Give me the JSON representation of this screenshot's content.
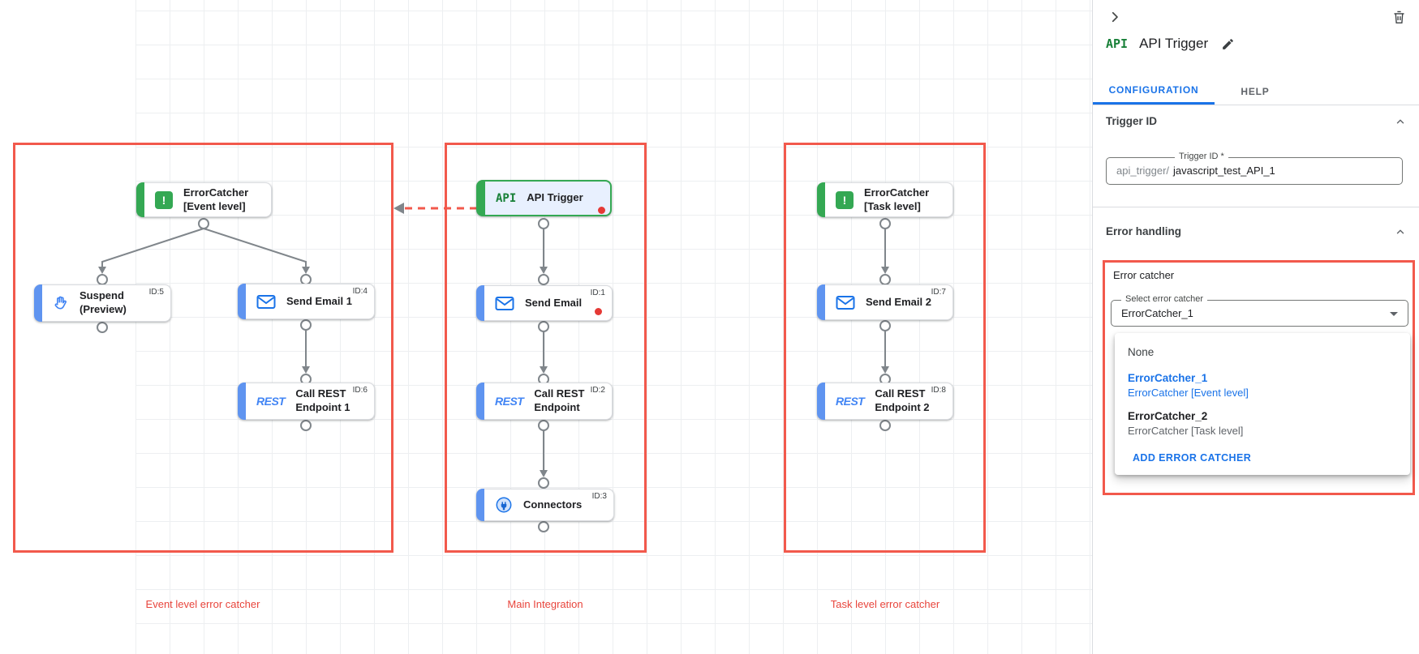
{
  "panel": {
    "badge": "API",
    "title": "API Trigger",
    "tabs": {
      "configuration": "CONFIGURATION",
      "help": "HELP"
    },
    "trigger_id": {
      "heading": "Trigger ID",
      "field_label": "Trigger ID *",
      "field_prefix": "api_trigger/",
      "field_value": "javascript_test_API_1"
    },
    "error_handling": {
      "heading": "Error handling",
      "group_label": "Error catcher",
      "select_label": "Select error catcher",
      "select_value": "ErrorCatcher_1",
      "menu": {
        "none": "None",
        "option1": {
          "name": "ErrorCatcher_1",
          "desc": "ErrorCatcher [Event level]"
        },
        "option2": {
          "name": "ErrorCatcher_2",
          "desc": "ErrorCatcher [Task level]"
        },
        "add": "ADD ERROR CATCHER"
      }
    }
  },
  "badges": {
    "api": "API",
    "rest": "REST",
    "error": "!"
  },
  "canvas": {
    "captions": {
      "event": "Event level error catcher",
      "main": "Main Integration",
      "task": "Task level error catcher"
    },
    "nodes": {
      "ec_event": {
        "label": "ErrorCatcher\n[Event level]"
      },
      "suspend": {
        "label": "Suspend\n(Preview)",
        "id": "ID:5"
      },
      "send_email_1": {
        "label": "Send Email 1",
        "id": "ID:4"
      },
      "call_rest_1": {
        "label": "Call REST\nEndpoint 1",
        "id": "ID:6"
      },
      "api_trigger": {
        "label": "API Trigger"
      },
      "send_email": {
        "label": "Send Email",
        "id": "ID:1"
      },
      "call_rest": {
        "label": "Call REST\nEndpoint",
        "id": "ID:2"
      },
      "connectors": {
        "label": "Connectors",
        "id": "ID:3"
      },
      "ec_task": {
        "label": "ErrorCatcher\n[Task level]"
      },
      "send_email_2": {
        "label": "Send Email 2",
        "id": "ID:7"
      },
      "call_rest_2": {
        "label": "Call REST\nEndpoint 2",
        "id": "ID:8"
      }
    },
    "colors": {
      "highlight_red": "#f2594c",
      "caption_red": "#e8453c",
      "status_dot": "#e53935",
      "accent_blue": "#1a73e8",
      "trigger_green": "#34a853"
    }
  }
}
